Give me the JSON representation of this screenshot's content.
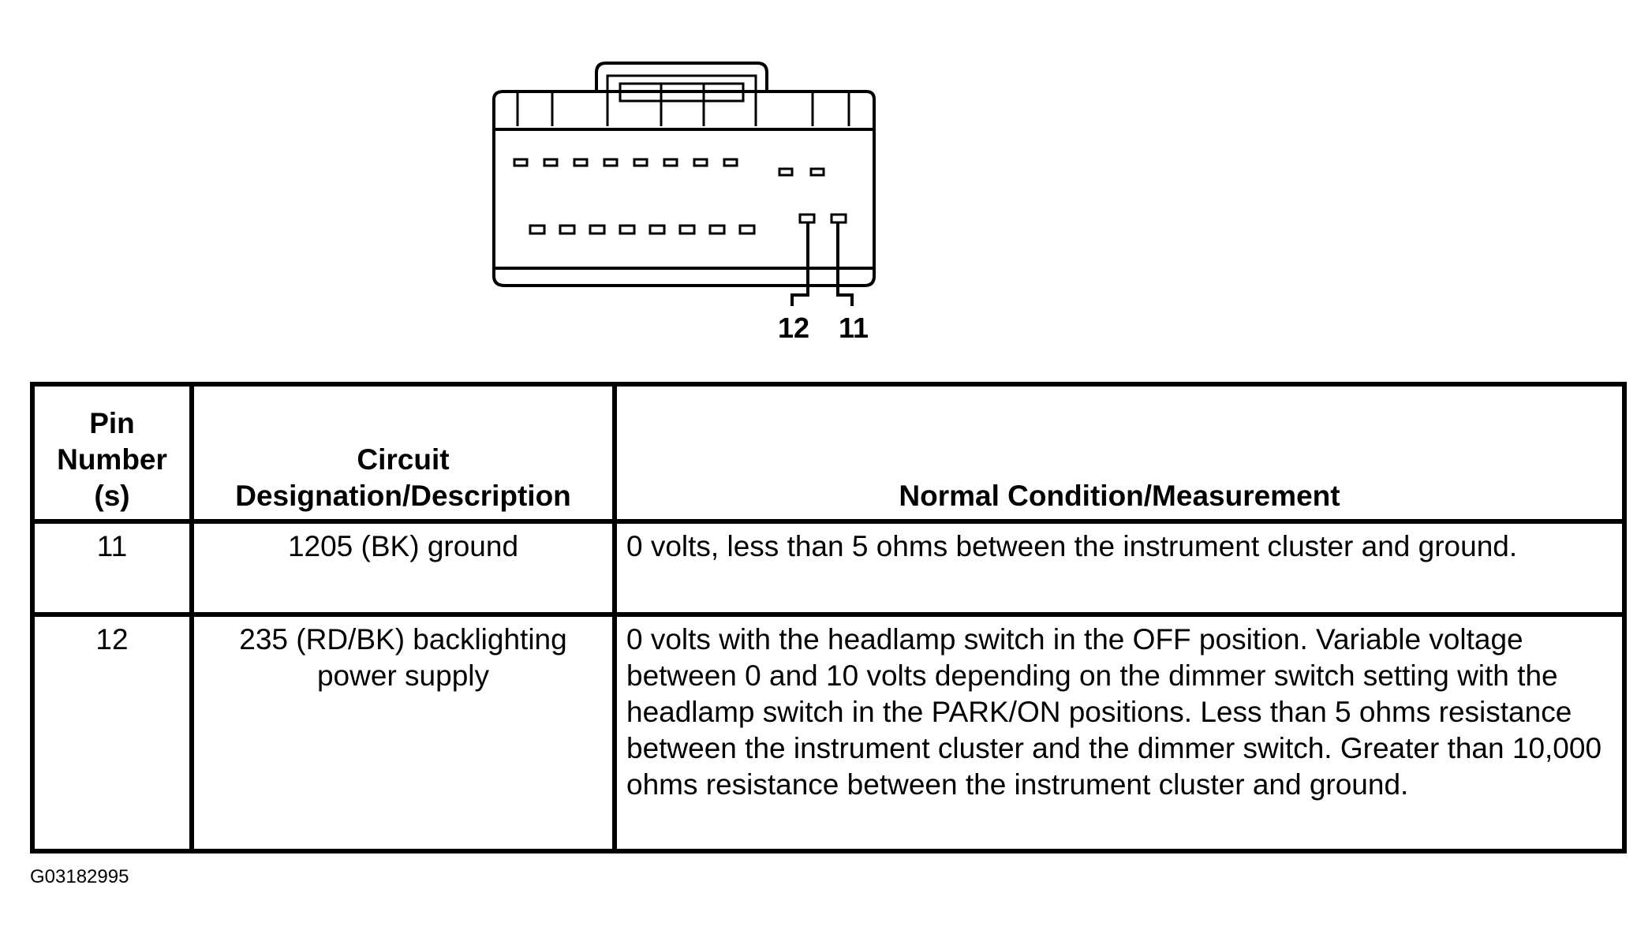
{
  "diagram": {
    "pin_labels": [
      "12",
      "11"
    ]
  },
  "table": {
    "headers": {
      "pin": "Pin Number (s)",
      "circuit": "Circuit Designation/Description",
      "condition": "Normal Condition/Measurement"
    },
    "rows": [
      {
        "pin": "11",
        "circuit": "1205 (BK) ground",
        "condition": "0 volts, less than 5 ohms between the instrument cluster and ground."
      },
      {
        "pin": "12",
        "circuit": "235 (RD/BK) backlighting power supply",
        "condition": "0 volts with the headlamp switch in the OFF position. Variable voltage between 0 and 10 volts depending on the dimmer switch setting with the headlamp switch in the PARK/ON positions. Less than 5 ohms resistance between the instrument cluster and the dimmer switch. Greater than 10,000 ohms resistance between the instrument cluster and ground."
      }
    ]
  },
  "figure_code": "G03182995"
}
